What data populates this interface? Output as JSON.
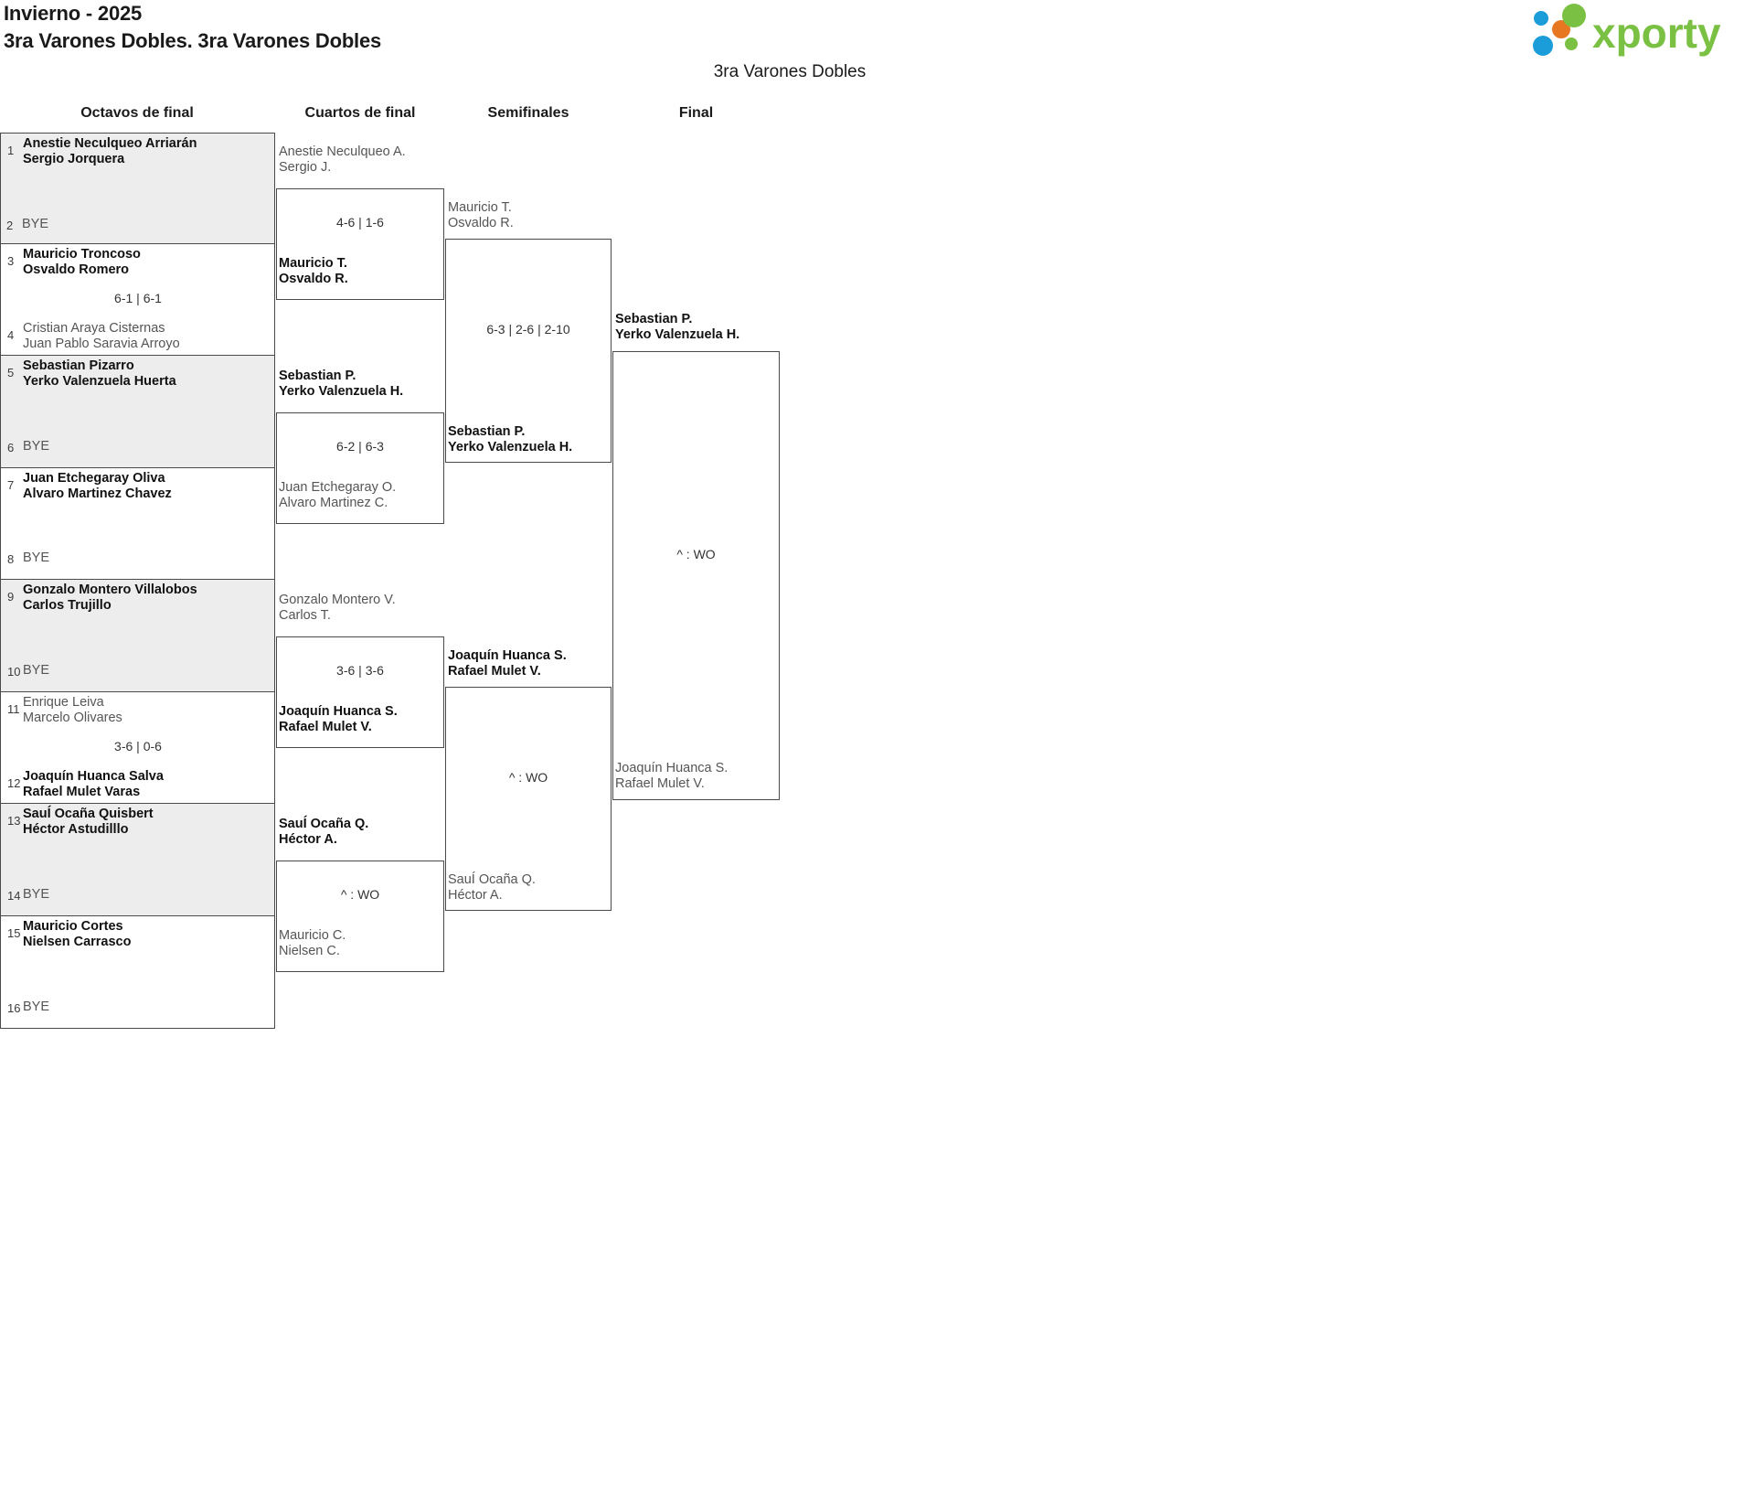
{
  "header": {
    "title": "Invierno - 2025",
    "subtitle": "3ra Varones Dobles. 3ra Varones Dobles",
    "logo_text": "xporty",
    "logo_colors": {
      "green": "#7ac143",
      "orange": "#e87722",
      "blue": "#1b9dd9"
    }
  },
  "board_title": "3ra Varones Dobles",
  "rounds": [
    {
      "label": "Octavos de final"
    },
    {
      "label": "Cuartos de final"
    },
    {
      "label": "Semifinales"
    },
    {
      "label": "Final"
    }
  ],
  "round1": [
    {
      "seed": "1",
      "p1": "Anestie Neculqueo Arriarán",
      "p2": "Sergio Jorquera",
      "result": "win"
    },
    {
      "seed": "2",
      "bye": "BYE"
    },
    {
      "seed": "3",
      "p1": "Mauricio Troncoso",
      "p2": "Osvaldo Romero",
      "result": "win"
    },
    {
      "seed": "4",
      "p1": "Cristian Araya Cisternas",
      "p2": "Juan Pablo Saravia Arroyo",
      "result": "lose"
    },
    {
      "seed": "5",
      "p1": "Sebastian Pizarro",
      "p2": "Yerko Valenzuela Huerta",
      "result": "win"
    },
    {
      "seed": "6",
      "bye": "BYE"
    },
    {
      "seed": "7",
      "p1": "Juan Etchegaray Oliva",
      "p2": "Alvaro Martinez Chavez",
      "result": "win"
    },
    {
      "seed": "8",
      "bye": "BYE"
    },
    {
      "seed": "9",
      "p1": "Gonzalo Montero Villalobos",
      "p2": "Carlos Trujillo",
      "result": "win"
    },
    {
      "seed": "10",
      "bye": "BYE"
    },
    {
      "seed": "11",
      "p1": "Enrique Leiva",
      "p2": "Marcelo Olivares",
      "result": "lose"
    },
    {
      "seed": "12",
      "p1": "Joaquín Huanca Salva",
      "p2": "Rafael Mulet Varas",
      "result": "win"
    },
    {
      "seed": "13",
      "p1": "SauÍ Ocaña Quisbert",
      "p2": "Héctor Astudilllo",
      "result": "win"
    },
    {
      "seed": "14",
      "bye": "BYE"
    },
    {
      "seed": "15",
      "p1": "Mauricio Cortes",
      "p2": "Nielsen Carrasco",
      "result": "win"
    },
    {
      "seed": "16",
      "bye": "BYE"
    }
  ],
  "round1_scores": [
    {
      "text": ""
    },
    {
      "text": "6-1 | 6-1"
    },
    {
      "text": ""
    },
    {
      "text": ""
    },
    {
      "text": ""
    },
    {
      "text": "3-6 | 0-6"
    },
    {
      "text": ""
    },
    {
      "text": ""
    }
  ],
  "round2": {
    "matches": [
      {
        "score": "4-6 | 1-6",
        "top": {
          "p1": "Anestie Neculqueo A.",
          "p2": "Sergio J.",
          "result": "lose"
        },
        "bottom": {
          "p1": "Mauricio T.",
          "p2": "Osvaldo R.",
          "result": "win"
        }
      },
      {
        "score": "6-2 | 6-3",
        "top": {
          "p1": "Sebastian P.",
          "p2": "Yerko Valenzuela H.",
          "result": "win"
        },
        "bottom": {
          "p1": "Juan Etchegaray O.",
          "p2": "Alvaro Martinez C.",
          "result": "lose"
        }
      },
      {
        "score": "3-6 | 3-6",
        "top": {
          "p1": "Gonzalo Montero V.",
          "p2": "Carlos T.",
          "result": "lose"
        },
        "bottom": {
          "p1": "Joaquín Huanca S.",
          "p2": "Rafael Mulet V.",
          "result": "win"
        }
      },
      {
        "score": "^ : WO",
        "top": {
          "p1": "SauÍ Ocaña Q.",
          "p2": "Héctor A.",
          "result": "win"
        },
        "bottom": {
          "p1": "Mauricio C.",
          "p2": "Nielsen C.",
          "result": "lose"
        }
      }
    ]
  },
  "round3": {
    "matches": [
      {
        "score": "6-3 | 2-6 | 2-10",
        "top": {
          "p1": "Mauricio T.",
          "p2": "Osvaldo R.",
          "result": "lose"
        },
        "bottom": {
          "p1": "Sebastian P.",
          "p2": "Yerko Valenzuela H.",
          "result": "win"
        }
      },
      {
        "score": "^ : WO",
        "top": {
          "p1": "Joaquín Huanca S.",
          "p2": "Rafael Mulet V.",
          "result": "win"
        },
        "bottom": {
          "p1": "SauÍ Ocaña Q.",
          "p2": "Héctor A.",
          "result": "lose"
        }
      }
    ]
  },
  "round4": {
    "matches": [
      {
        "score": "^ : WO",
        "top": {
          "p1": "Sebastian P.",
          "p2": "Yerko Valenzuela H.",
          "result": "win"
        },
        "bottom": {
          "p1": "Joaquín Huanca S.",
          "p2": "Rafael Mulet V.",
          "result": "lose"
        }
      }
    ]
  }
}
